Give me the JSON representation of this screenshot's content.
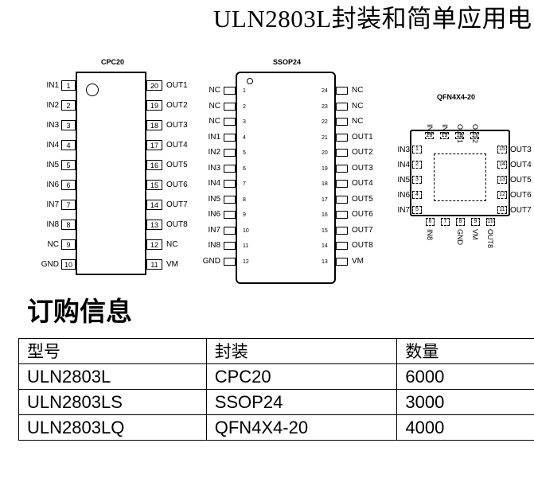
{
  "doc": {
    "title": "ULN2803L封装和简单应用电",
    "ordering_title": "订购信息"
  },
  "cpc20": {
    "label": "CPC20",
    "left_pins": [
      {
        "num": "1",
        "name": "IN1"
      },
      {
        "num": "2",
        "name": "IN2"
      },
      {
        "num": "3",
        "name": "IN3"
      },
      {
        "num": "4",
        "name": "IN4"
      },
      {
        "num": "5",
        "name": "IN5"
      },
      {
        "num": "6",
        "name": "IN6"
      },
      {
        "num": "7",
        "name": "IN7"
      },
      {
        "num": "8",
        "name": "IN8"
      },
      {
        "num": "9",
        "name": "NC"
      },
      {
        "num": "10",
        "name": "GND"
      }
    ],
    "right_pins": [
      {
        "num": "20",
        "name": "OUT1"
      },
      {
        "num": "19",
        "name": "OUT2"
      },
      {
        "num": "18",
        "name": "OUT3"
      },
      {
        "num": "17",
        "name": "OUT4"
      },
      {
        "num": "16",
        "name": "OUT5"
      },
      {
        "num": "15",
        "name": "OUT6"
      },
      {
        "num": "14",
        "name": "OUT7"
      },
      {
        "num": "13",
        "name": "OUT8"
      },
      {
        "num": "12",
        "name": "NC"
      },
      {
        "num": "11",
        "name": "VM"
      }
    ]
  },
  "ssop24": {
    "label": "SSOP24",
    "left_pins": [
      {
        "num": "1",
        "name": "NC"
      },
      {
        "num": "2",
        "name": "NC"
      },
      {
        "num": "3",
        "name": "NC"
      },
      {
        "num": "4",
        "name": "IN1"
      },
      {
        "num": "5",
        "name": "IN2"
      },
      {
        "num": "6",
        "name": "IN3"
      },
      {
        "num": "7",
        "name": "IN4"
      },
      {
        "num": "8",
        "name": "IN5"
      },
      {
        "num": "9",
        "name": "IN6"
      },
      {
        "num": "10",
        "name": "IN7"
      },
      {
        "num": "11",
        "name": "IN8"
      },
      {
        "num": "12",
        "name": "GND"
      }
    ],
    "right_pins": [
      {
        "num": "24",
        "name": "NC"
      },
      {
        "num": "23",
        "name": "NC"
      },
      {
        "num": "22",
        "name": "NC"
      },
      {
        "num": "21",
        "name": "OUT1"
      },
      {
        "num": "20",
        "name": "OUT2"
      },
      {
        "num": "19",
        "name": "OUT3"
      },
      {
        "num": "18",
        "name": "OUT4"
      },
      {
        "num": "17",
        "name": "OUT5"
      },
      {
        "num": "16",
        "name": "OUT6"
      },
      {
        "num": "15",
        "name": "OUT7"
      },
      {
        "num": "14",
        "name": "OUT8"
      },
      {
        "num": "13",
        "name": "VM"
      }
    ]
  },
  "qfn": {
    "label": "QFN4X4-20",
    "top_pins": [
      {
        "num": "20",
        "name": "IN2"
      },
      {
        "num": "19",
        "name": "IN1"
      },
      {
        "num": "18",
        "name": "OUT1"
      },
      {
        "num": "17",
        "name": "OUT2"
      }
    ],
    "left_pins": [
      {
        "num": "1",
        "name": "IN3"
      },
      {
        "num": "2",
        "name": "IN4"
      },
      {
        "num": "3",
        "name": "IN5"
      },
      {
        "num": "4",
        "name": "IN6"
      },
      {
        "num": "5",
        "name": "IN7"
      }
    ],
    "right_pins": [
      {
        "num": "15",
        "name": "OUT3"
      },
      {
        "num": "14",
        "name": "OUT4"
      },
      {
        "num": "13",
        "name": "OUT5"
      },
      {
        "num": "12",
        "name": "OUT6"
      },
      {
        "num": "11",
        "name": "OUT7"
      }
    ],
    "bottom_pins": [
      {
        "num": "6",
        "name": "IN8"
      },
      {
        "num": "7",
        "name": ""
      },
      {
        "num": "8",
        "name": "GND"
      },
      {
        "num": "9",
        "name": "VM"
      },
      {
        "num": "10",
        "name": "OUT8"
      }
    ]
  },
  "ordering": {
    "headers": [
      "型号",
      "封装",
      "数量"
    ],
    "rows": [
      [
        "ULN2803L",
        "CPC20",
        "6000"
      ],
      [
        "ULN2803LS",
        "SSOP24",
        "3000"
      ],
      [
        "ULN2803LQ",
        "QFN4X4-20",
        "4000"
      ]
    ]
  }
}
